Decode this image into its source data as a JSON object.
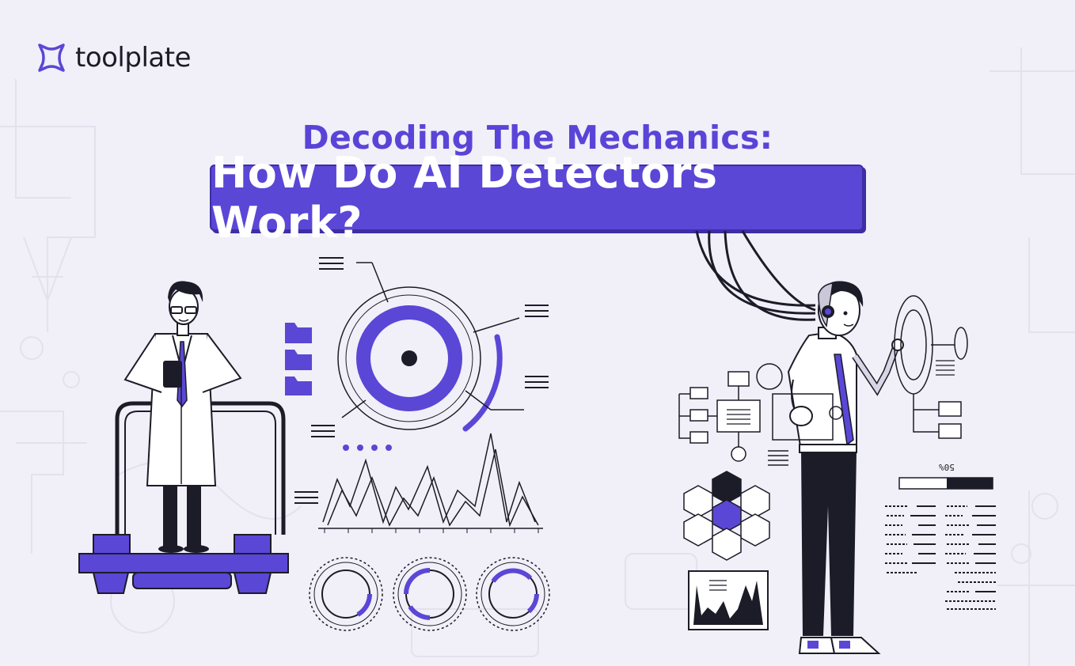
{
  "brand": {
    "name": "toolplate",
    "accent": "#5a47d6",
    "dark": "#1c1c28"
  },
  "heading": {
    "subtitle": "Decoding The Mechanics:",
    "title": "How Do AI Detectors Work?"
  },
  "illustration": {
    "percent_label": "50%",
    "icons": [
      "logo-icon",
      "folder-icon",
      "dial-icon",
      "waveform-chart",
      "ring-gauge",
      "flowchart-icon",
      "hexagon-grid",
      "mini-chart-icon",
      "progress-bar"
    ]
  }
}
